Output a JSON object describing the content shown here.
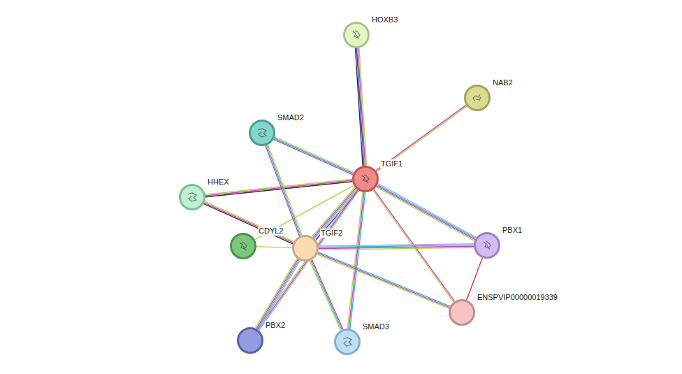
{
  "diagram": {
    "nodes": [
      {
        "text": [
          "HOXB3"
        ]
      },
      {
        "text": [
          "NAB2"
        ]
      },
      {
        "text": [
          "SMAD2"
        ]
      },
      {
        "text": [
          "TGIF1"
        ]
      },
      {
        "text": [
          "HHEX"
        ]
      },
      {
        "text": [
          "CDYL2"
        ]
      },
      {
        "text": [
          "TGIF2"
        ]
      },
      {
        "text": [
          "PBX1"
        ]
      },
      {
        "text": [
          "ENSPVIP00000019339"
        ]
      },
      {
        "text": [
          "PBX2"
        ]
      },
      {
        "text": [
          "SMAD3"
        ]
      }
    ],
    "edges": [
      {
        "from": 3,
        "to": 0,
        "arrow": "none"
      },
      {
        "from": 3,
        "to": 1,
        "arrow": "none"
      },
      {
        "from": 3,
        "to": 2,
        "arrow": "none"
      },
      {
        "from": 3,
        "to": 4,
        "arrow": "none"
      },
      {
        "from": 3,
        "to": 5,
        "arrow": "none"
      },
      {
        "from": 3,
        "to": 6,
        "arrow": "none"
      },
      {
        "from": 3,
        "to": 7,
        "arrow": "none"
      },
      {
        "from": 3,
        "to": 8,
        "arrow": "none"
      },
      {
        "from": 3,
        "to": 10,
        "arrow": "none"
      },
      {
        "from": 3,
        "to": 9,
        "arrow": "none"
      },
      {
        "from": 6,
        "to": 2,
        "arrow": "none"
      },
      {
        "from": 6,
        "to": 4,
        "arrow": "none"
      },
      {
        "from": 6,
        "to": 5,
        "arrow": "none"
      },
      {
        "from": 6,
        "to": 7,
        "arrow": "none"
      },
      {
        "from": 6,
        "to": 8,
        "arrow": "none"
      },
      {
        "from": 6,
        "to": 9,
        "arrow": "none"
      },
      {
        "from": 6,
        "to": 10,
        "arrow": "none"
      },
      {
        "from": 7,
        "to": 8,
        "arrow": "none"
      }
    ]
  }
}
